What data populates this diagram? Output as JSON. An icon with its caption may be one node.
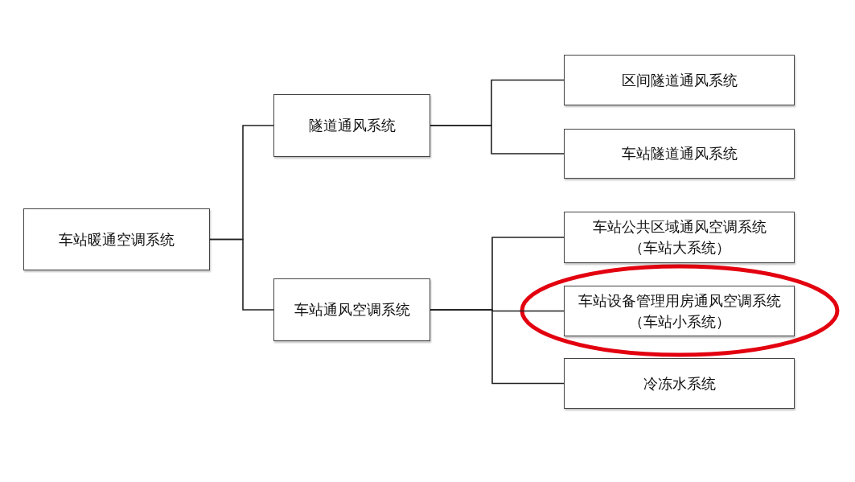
{
  "diagram": {
    "nodes": [
      {
        "text": [
          "车站暖通空调系统"
        ]
      },
      {
        "text": [
          "隧道通风系统"
        ]
      },
      {
        "text": [
          "车站通风空调系统"
        ]
      },
      {
        "text": [
          "区间隧道通风系统"
        ]
      },
      {
        "text": [
          "车站隧道通风系统"
        ]
      },
      {
        "text": [
          "车站公共区域通风空调系统",
          "（车站大系统）"
        ]
      },
      {
        "text": [
          "车站设备管理用房通风空调系统",
          "（车站小系统）"
        ]
      },
      {
        "text": [
          "冷冻水系统"
        ]
      }
    ],
    "edges": [
      {
        "from": 0,
        "to": 1,
        "arrow": "none"
      },
      {
        "from": 0,
        "to": 2,
        "arrow": "none"
      },
      {
        "from": 1,
        "to": 3,
        "arrow": "none"
      },
      {
        "from": 1,
        "to": 4,
        "arrow": "none"
      },
      {
        "from": 2,
        "to": 5,
        "arrow": "none"
      },
      {
        "from": 2,
        "to": 6,
        "arrow": "none"
      },
      {
        "from": 2,
        "to": 7,
        "arrow": "none"
      }
    ]
  }
}
